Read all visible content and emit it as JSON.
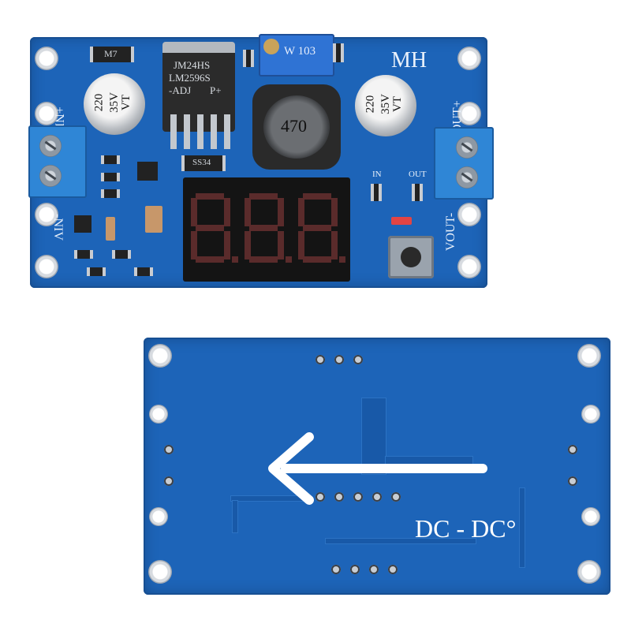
{
  "top_board": {
    "label_vin_plus": "+NIV",
    "label_vin_minus": "-NIV",
    "label_vout_plus": "VOUT+",
    "label_vout_minus": "VOUT-",
    "brand": "MH",
    "chip_line1": "JM24HS",
    "chip_line2": "LM2596S",
    "chip_line3": "-ADJ",
    "chip_line4": "P+",
    "trimmer_code": "W 103",
    "inductor_value": "470",
    "cap_left_line1": "220",
    "cap_left_line2": "35V",
    "cap_left_line3": "VT",
    "cap_right_line1": "220",
    "cap_right_line2": "35V",
    "cap_right_line3": "VT",
    "diode_code": "SS34",
    "fuse_code": "M7",
    "led_in_label": "IN",
    "led_out_label": "OUT",
    "display_digits": "8.8.8."
  },
  "bottom_board": {
    "silkscreen_text": "DC - DC°"
  },
  "colors": {
    "pcb_blue": "#1d64b8",
    "terminal_blue": "#2f86d6",
    "silkscreen": "#e9f1fb",
    "display_body": "#141414"
  }
}
